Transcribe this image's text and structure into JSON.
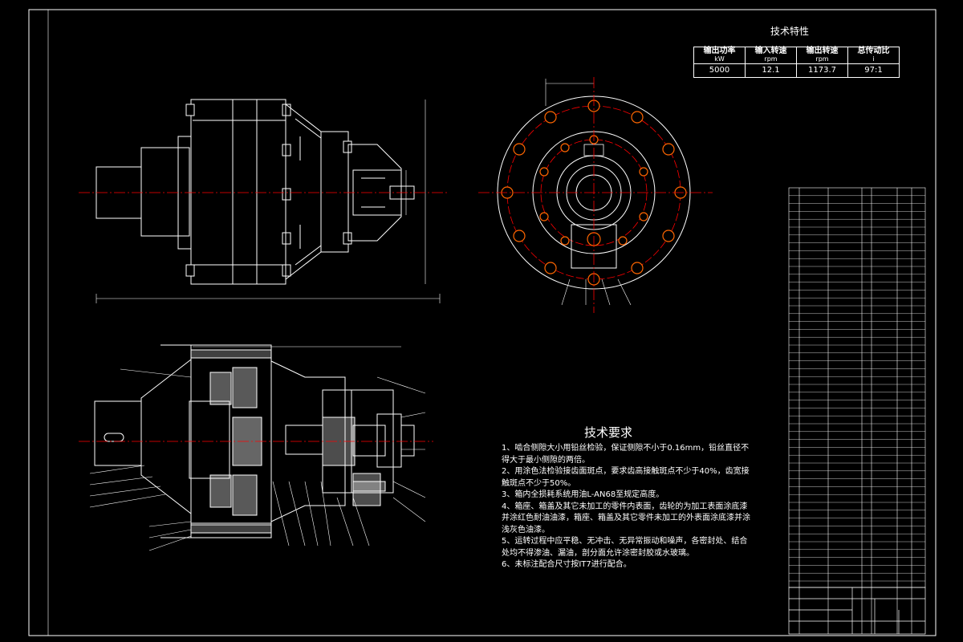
{
  "spec": {
    "title": "技术特性",
    "headers": [
      {
        "label": "输出功率",
        "unit": "kW"
      },
      {
        "label": "输入转速",
        "unit": "rpm"
      },
      {
        "label": "输出转速",
        "unit": "rpm"
      },
      {
        "label": "总传动比",
        "unit": "i"
      }
    ],
    "values": [
      "5000",
      "12.1",
      "1173.7",
      "97:1"
    ]
  },
  "requirements": {
    "title": "技术要求",
    "items": [
      "1、啮合侧隙大小用铅丝检验，保证侧隙不小于0.16mm，铅丝直径不得大于最小侧隙的两倍。",
      "2、用涂色法检验接齿面斑点，要求齿高接触斑点不少于40%，齿宽接触斑点不少于50%。",
      "3、箱内全损耗系统用油L-AN68至规定高度。",
      "4、箱座、箱盖及其它未加工的零件内表面，齿轮的为加工表面涂底漆并涂红色耐油油漆，箱座、箱盖及其它零件未加工的外表面涂底漆并涂浅灰色油漆。",
      "5、运转过程中应平稳、无冲击、无异常振动和噪声，各密封处、结合处均不得渗油、漏油，剖分面允许涂密封胶或水玻璃。",
      "6、未标注配合尺寸按IT7进行配合。"
    ]
  },
  "colors": {
    "background": "#000000",
    "line": "#ffffff",
    "centerline": "#ff0000",
    "bolt": "#ff6600",
    "dimension": "#ffffff"
  }
}
